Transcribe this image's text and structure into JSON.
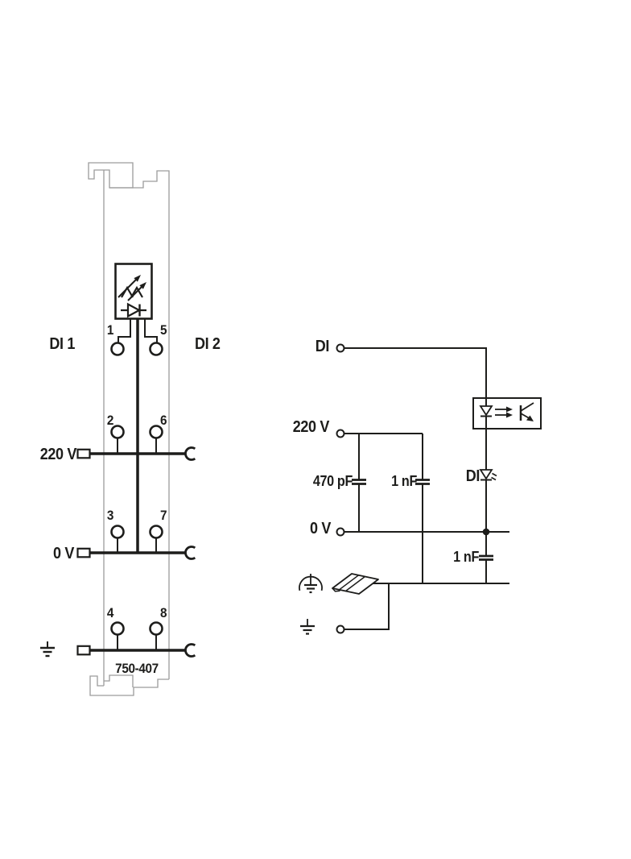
{
  "diagram": {
    "module": {
      "part_number": "750-407",
      "left_channel_label": "DI 1",
      "right_channel_label": "DI 2",
      "voltage_label": "220 V",
      "zero_volt_label": "0 V",
      "contact_numbers": [
        "1",
        "5",
        "2",
        "6",
        "3",
        "7",
        "4",
        "8"
      ]
    },
    "schematic": {
      "input_label": "DI",
      "voltage_label": "220 V",
      "zero_volt_label": "0 V",
      "capacitor_470pf_label": "470 pF",
      "capacitor_1nf_top_label": "1 nF",
      "capacitor_1nf_bottom_label": "1 nF",
      "status_led_label": "DI"
    },
    "icons": [
      "led-indicator-icon",
      "diode-icon",
      "optocoupler-icon",
      "led-icon",
      "clamp-hook-icon",
      "earth-ground-icon",
      "chassis-ground-icon",
      "din-rail-icon",
      "junction-dot",
      "terminal-circle",
      "terminal-box"
    ],
    "colors": {
      "ink": "#1d1d1b",
      "housing_outline": "#9c9c9c",
      "background": "#ffffff"
    }
  }
}
